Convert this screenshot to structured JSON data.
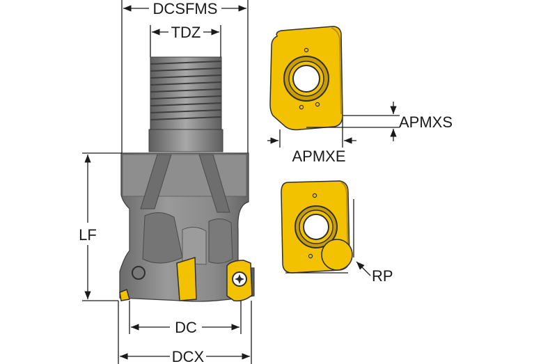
{
  "labels": {
    "dcsfms": "DCSFMS",
    "tdz": "TDZ",
    "lf": "LF",
    "dc": "DC",
    "dcx": "DCX",
    "apmxs": "APMXS",
    "apmxe": "APMXE",
    "rp": "RP"
  },
  "colors": {
    "insert_yellow": "#f2c200",
    "body_grey": "#8c8c8c",
    "body_dark": "#5c5c5c",
    "line": "#1a1a1a"
  }
}
